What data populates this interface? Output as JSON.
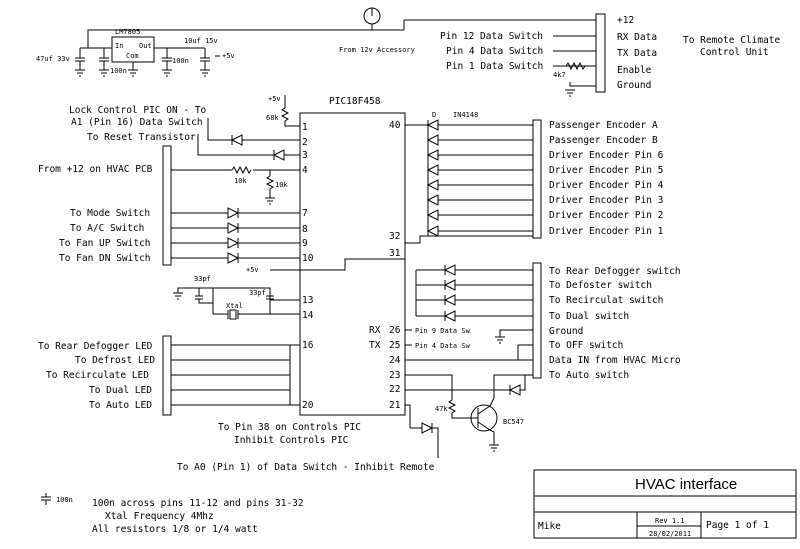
{
  "reg": {
    "name": "LM7805",
    "in": "In",
    "out": "Out",
    "com": "Com",
    "c_in": "47uf 33v",
    "c_mid": "100n",
    "c_out": "10uf 15v",
    "c_out2": "100n",
    "vout": "+5v"
  },
  "accessory": "From 12v Accessory",
  "conn_right": {
    "pins": [
      "+12",
      "RX Data",
      "TX Data",
      "Enable",
      "Ground"
    ],
    "left": [
      "Pin 12 Data Switch",
      "Pin 4 Data Switch",
      "Pin 1 Data Switch"
    ],
    "r": "4k7",
    "title": [
      "To Remote Climate",
      "Control Unit"
    ]
  },
  "pic": {
    "name": "PIC18F458",
    "plus5": "+5v",
    "r68k": "68k"
  },
  "pin_nums_left": [
    "1",
    "2",
    "3",
    "4",
    "7",
    "8",
    "9",
    "10",
    "13",
    "14",
    "16",
    "20"
  ],
  "pin_nums_right": [
    "40",
    "32",
    "31",
    "26",
    "25",
    "24",
    "23",
    "22",
    "21"
  ],
  "pin26": "RX",
  "pin25": "TX",
  "left_labels": {
    "lock": [
      "Lock Control PIC ON - To",
      "A1 (Pin 16) Data Switch"
    ],
    "reset": "To Reset Transistor",
    "hvac12": "From +12 on HVAC PCB",
    "r10k_a": "10k",
    "r10k_b": "10k",
    "switches": [
      "To Mode Switch",
      "To A/C Switch",
      "To Fan UP Switch",
      "To Fan DN Switch"
    ],
    "leds": [
      "To Rear Defogger LED",
      "To Defrost LED",
      "To Recirculate LED",
      "To Dual LED",
      "To Auto LED"
    ]
  },
  "osc": {
    "c1": "33pf",
    "c2": "33pf",
    "xtal": "Xtal",
    "plus5": "+5v"
  },
  "diode": {
    "d": "D",
    "type": "IN4148"
  },
  "enc": [
    "Passenger Encoder A",
    "Passenger Encoder B",
    "Driver Encoder  Pin  6",
    "Driver Encoder  Pin  5",
    "Driver Encoder  Pin  4",
    "Driver Encoder  Pin  3",
    "Driver Encoder  Pin  2",
    "Driver Encoder  Pin  1"
  ],
  "sw_right": [
    "To Rear Defogger switch",
    "To Defoster switch",
    "To Recirculat switch",
    "To Dual switch",
    "Ground",
    "To OFF switch",
    "Data IN from HVAC Micro",
    "To Auto switch"
  ],
  "ds": {
    "p9": "Pin 9 Data Sw",
    "p4": "Pin 4 Data Sw"
  },
  "transistor": {
    "r": "47k",
    "q": "BC547"
  },
  "bottom": {
    "pin38": [
      "To Pin 38 on Controls PIC",
      "Inhibit Controls PIC"
    ],
    "a0": "To A0 (Pin 1) of Data Switch - Inhibit Remote",
    "cap": "100n",
    "notes": [
      "100n across pins 11-12 and pins 31-32",
      "Xtal Frequency 4Mhz",
      "All resistors 1/8 or 1/4 watt"
    ]
  },
  "title_block": {
    "title": "HVAC interface",
    "author": "Mike",
    "rev": "Rev 1.1",
    "date": "28/02/2011",
    "page": "Page 1 of 1"
  }
}
